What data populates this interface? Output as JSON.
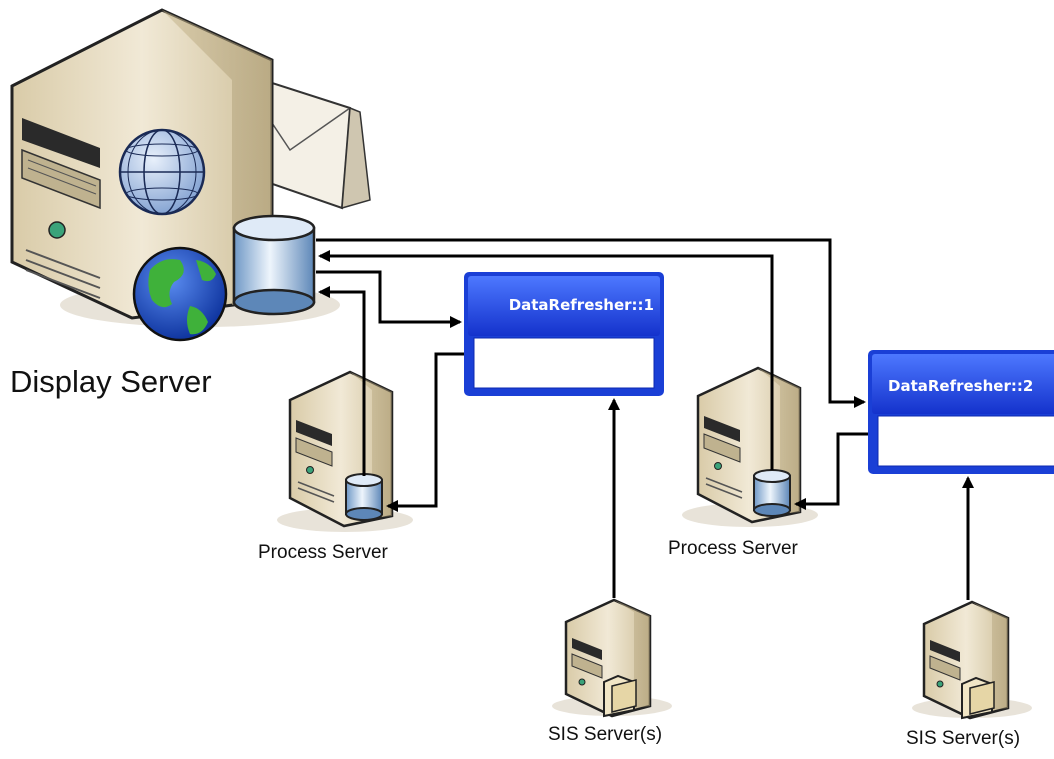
{
  "labels": {
    "display_server": "Display Server",
    "process_server_1": "Process Server",
    "process_server_2": "Process Server",
    "sis_server_1": "SIS Server(s)",
    "sis_server_2": "SIS Server(s)"
  },
  "data_refreshers": [
    {
      "title": "DataRefresher::1"
    },
    {
      "title": "DataRefresher::2"
    }
  ],
  "colors": {
    "server_beige": "#e8dcc0",
    "refresher_blue": "#1a3fd6",
    "arrow": "#000000"
  },
  "icons": {
    "display_server": "server-tower-with-globe-mail-database-icon",
    "process_server": "server-with-database-icon",
    "sis_server": "server-with-folder-icon"
  }
}
